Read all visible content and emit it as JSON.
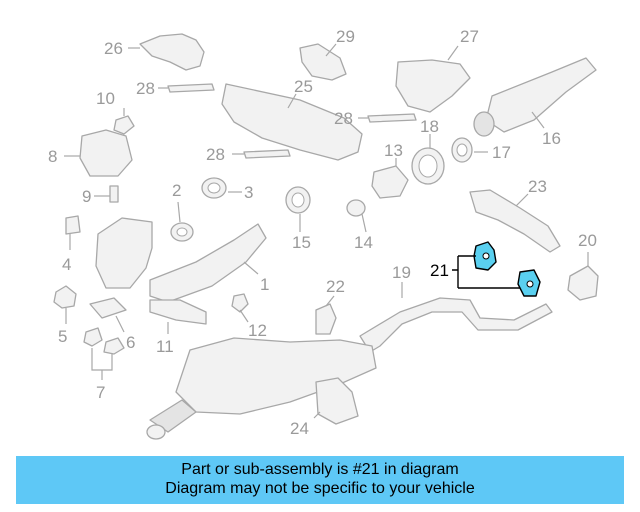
{
  "callouts": [
    "1",
    "2",
    "3",
    "4",
    "5",
    "6",
    "7",
    "8",
    "9",
    "10",
    "11",
    "12",
    "13",
    "14",
    "15",
    "16",
    "17",
    "18",
    "19",
    "20",
    "21",
    "22",
    "23",
    "24",
    "25",
    "26",
    "27",
    "28",
    "28",
    "28",
    "29"
  ],
  "highlighted_part": "21",
  "banner": {
    "line1": "Part or sub-assembly is #21 in diagram",
    "line2": "Diagram may not be specific to your vehicle"
  },
  "colors": {
    "banner": "#5ec8f6",
    "highlight": "#5ad0f0",
    "part_gray": "#a8a8a8"
  }
}
